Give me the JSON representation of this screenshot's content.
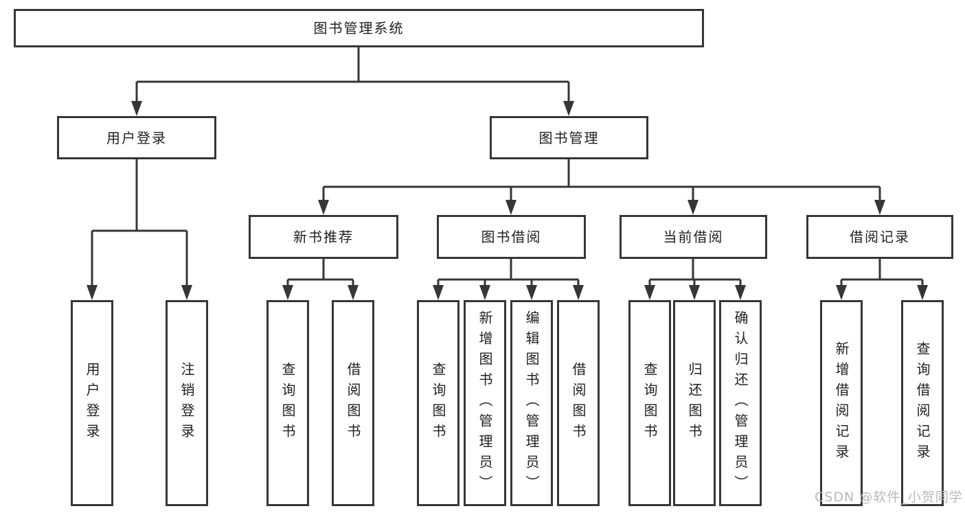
{
  "tree": {
    "label": "图书管理系统",
    "children": [
      {
        "label": "用户登录",
        "children": [
          {
            "label": "用户登录"
          },
          {
            "label": "注销登录"
          }
        ]
      },
      {
        "label": "图书管理",
        "children": [
          {
            "label": "新书推荐",
            "children": [
              {
                "label": "查询图书"
              },
              {
                "label": "借阅图书"
              }
            ]
          },
          {
            "label": "图书借阅",
            "children": [
              {
                "label": "查询图书"
              },
              {
                "label": "新增图书（管理员）"
              },
              {
                "label": "编辑图书（管理员）"
              },
              {
                "label": "借阅图书"
              }
            ]
          },
          {
            "label": "当前借阅",
            "children": [
              {
                "label": "查询图书"
              },
              {
                "label": "归还图书"
              },
              {
                "label": "确认归还（管理员）"
              }
            ]
          },
          {
            "label": "借阅记录",
            "children": [
              {
                "label": "新增借阅记录"
              },
              {
                "label": "查询借阅记录"
              }
            ]
          }
        ]
      }
    ]
  },
  "watermark": {
    "text": "CSDN @软件_小贺同学"
  },
  "colors": {
    "line": "#363636",
    "text": "#1f1f1f",
    "box_background": "#ffffff",
    "page_background": "#ffffff",
    "watermark": "#b9b9b9"
  }
}
